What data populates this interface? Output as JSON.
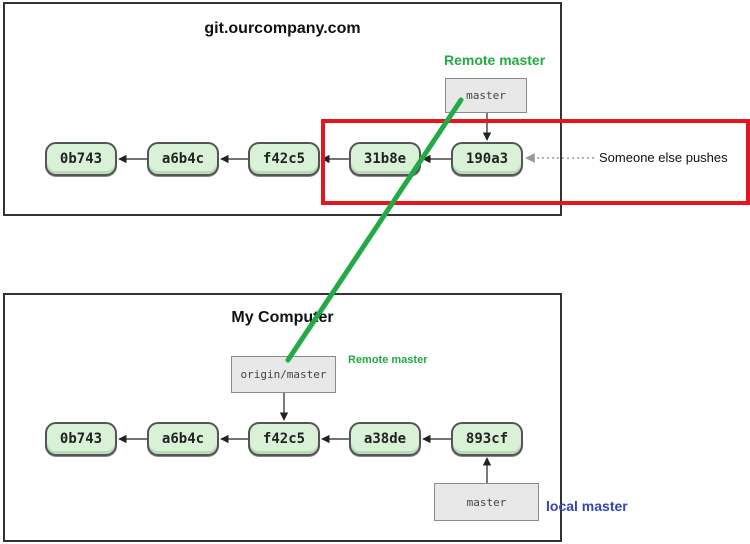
{
  "remote": {
    "title": "git.ourcompany.com",
    "commits": [
      "0b743",
      "a6b4c",
      "f42c5",
      "31b8e",
      "190a3"
    ],
    "branch_label": "master",
    "push_note": "Someone else pushes"
  },
  "local": {
    "title": "My Computer",
    "commits": [
      "0b743",
      "a6b4c",
      "f42c5",
      "a38de",
      "893cf"
    ],
    "tracking_label": "origin/master",
    "branch_label": "master"
  },
  "annotations": {
    "remote_master_top": "Remote master",
    "remote_master_small": "Remote master",
    "local_master": "local master"
  },
  "colors": {
    "annotation_green": "#22aa44",
    "annotation_blue": "#3344bb",
    "highlight_red": "#e8141c",
    "commit_fill": "#d9f2d7"
  }
}
